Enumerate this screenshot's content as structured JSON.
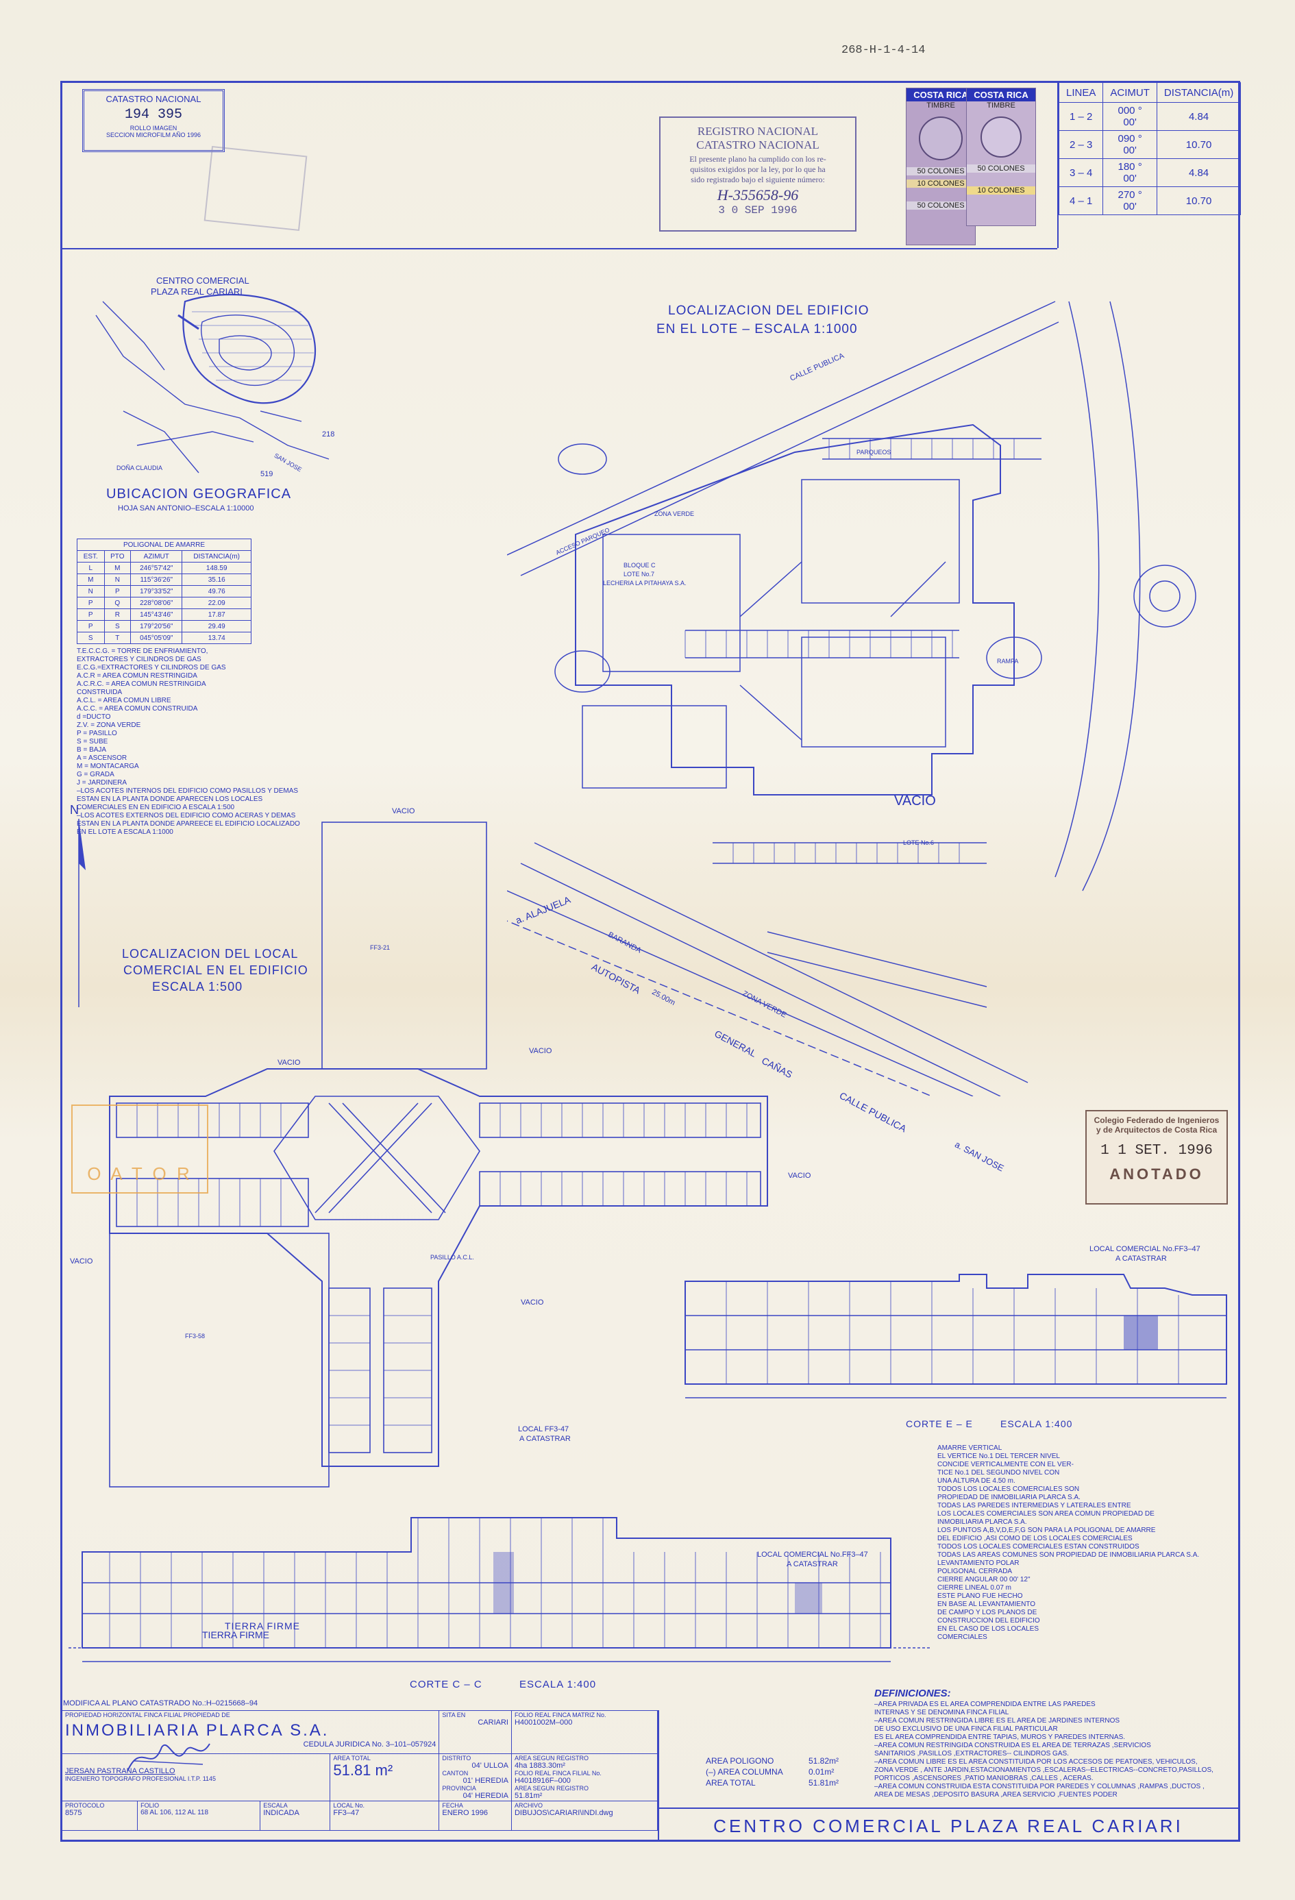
{
  "sheet_code": "268-H-1-4-14",
  "catastro": {
    "title": "CATASTRO NACIONAL",
    "number": "194 395",
    "line1": "ROLLO  IMAGEN",
    "line2": "SECCION MICROFILM AÑO 1996"
  },
  "registro": {
    "line1": "REGISTRO NACIONAL",
    "line2": "CATASTRO NACIONAL",
    "line3": "El presente plano ha cumplido con los re-",
    "line4": "quisitos exigidos por la ley, por lo que ha",
    "line5": "sido registrado bajo el siguiente número:",
    "number": "H-355658-96",
    "date": "3 0 SEP 1996"
  },
  "timbres": {
    "country": "COSTA RICA",
    "word": "TIMBRE",
    "value1": "50 COLONES",
    "value2": "10 COLONES"
  },
  "bearings": {
    "headers": [
      "LINEA",
      "ACIMUT",
      "DISTANCIA(m)"
    ],
    "rows": [
      [
        "1 – 2",
        "000 ° 00'",
        "4.84"
      ],
      [
        "2 – 3",
        "090 ° 00'",
        "10.70"
      ],
      [
        "3 – 4",
        "180 ° 00'",
        "4.84"
      ],
      [
        "4 – 1",
        "270 ° 00'",
        "10.70"
      ]
    ]
  },
  "location_map": {
    "title": "CENTRO COMERCIAL",
    "title2": "PLAZA REAL CARIARI",
    "caption": "UBICACION GEOGRAFICA",
    "subcaption": "HOJA SAN ANTONIO–ESCALA 1:10000",
    "labels": [
      "DOÑA CLAUDIA",
      "519",
      "218",
      "SAN JOSE"
    ]
  },
  "poligonal": {
    "title": "POLIGONAL DE AMARRE",
    "headers": [
      "EST.",
      "PTO",
      "AZIMUT",
      "DISTANCIA(m)"
    ],
    "rows": [
      [
        "L",
        "M",
        "246°57'42\"",
        "148.59"
      ],
      [
        "M",
        "N",
        "115°36'26\"",
        "35.16"
      ],
      [
        "N",
        "P",
        "179°33'52\"",
        "49.76"
      ],
      [
        "P",
        "Q",
        "228°08'06\"",
        "22.09"
      ],
      [
        "P",
        "R",
        "145°43'46\"",
        "17.87"
      ],
      [
        "P",
        "S",
        "179°20'56\"",
        "29.49"
      ],
      [
        "S",
        "T",
        "045°05'09\"",
        "13.74"
      ]
    ]
  },
  "legend_notes": [
    "T.E.C.C.G. = TORRE DE ENFRIAMIENTO,",
    "EXTRACTORES Y CILINDROS DE GAS",
    "E.C.G.=EXTRACTORES Y CILINDROS DE GAS",
    "A.C.R = AREA COMUN RESTRINGIDA",
    "A.C.R.C. = AREA COMUN RESTRINGIDA",
    "CONSTRUIDA",
    "A.C.L. = AREA COMUN LIBRE",
    "A.C.C. = AREA COMUN CONSTRUIDA",
    "d =DUCTO",
    "Z.V. = ZONA VERDE",
    "P = PASILLO",
    "S = SUBE",
    "B = BAJA",
    "A = ASCENSOR",
    "M = MONTACARGA",
    "G = GRADA",
    "J = JARDINERA",
    "–LOS ACOTES INTERNOS DEL EDIFICIO COMO PASILLOS Y DEMAS",
    "ESTAN EN LA PLANTA DONDE APARECEN LOS LOCALES",
    "COMERCIALES EN EN EDIFICIO A ESCALA 1:500",
    "–LOS ACOTES EXTERNOS DEL EDIFICIO COMO ACERAS Y DEMAS",
    "ESTAN EN LA PLANTA DONDE APAREECE EL EDIFICIO LOCALIZADO",
    "EN EL LOTE A ESCALA 1:1000"
  ],
  "plan1000": {
    "title1": "LOCALIZACION DEL EDIFICIO",
    "title2": "EN EL LOTE – ESCALA 1:1000",
    "labels": [
      "CALLE PUBLICA",
      "PARQUEOS",
      "ZONA VERDE",
      "BLOQUE C",
      "LOTE No.7",
      "LECHERIA LA PITAHAYA S.A.",
      "VACIO",
      "LOTE No.6",
      "RAMPA",
      "ACCESO PARQUEO",
      "AUTOPISTA",
      "GENERAL",
      "CAÑAS",
      "CALLE PUBLICA",
      "a. ALAJUELA",
      "a. SAN JOSE",
      "ZONA VERDE",
      "BARANDA",
      "25.00m"
    ]
  },
  "plan500": {
    "title1": "LOCALIZACION DEL LOCAL",
    "title2": "COMERCIAL EN EL EDIFICIO",
    "title3": "ESCALA   1:500",
    "labels": [
      "VACIO",
      "FF3-21",
      "FF3-58",
      "TIERRA FIRME",
      "PASILLO A.C.L.",
      "LOCAL FF3-47",
      "A CATASTRAR",
      "VACIO",
      "VACIO",
      "VACIO",
      "VACIO",
      "VACIO"
    ]
  },
  "colegio": {
    "line1": "Colegio Federado de Ingenieros",
    "line2": "y de Arquitectos de Costa Rica",
    "date": "1 1 SET. 1996",
    "word": "ANOTADO"
  },
  "orange_stamp": {
    "word": "O A T O R"
  },
  "corte_ee": {
    "caption": "CORTE  E – E",
    "scale": "ESCALA 1:400",
    "note1": "LOCAL COMERCIAL No.FF3–47",
    "note2": "A CATASTRAR"
  },
  "corte_cc": {
    "caption": "CORTE  C – C",
    "scale": "ESCALA 1:400",
    "note1": "LOCAL COMERCIAL No.FF3–47",
    "note2": "A CATASTRAR",
    "ground": "TIERRA FIRME"
  },
  "notes_right": [
    "AMARRE VERTICAL",
    "EL VERTICE No.1  DEL TERCER NIVEL",
    "CONCIDE VERTICALMENTE CON EL VER-",
    "TICE No.1  DEL SEGUNDO NIVEL CON",
    "UNA ALTURA DE 4.50 m.",
    "TODOS LOS LOCALES COMERCIALES SON",
    "PROPIEDAD DE INMOBILIARIA PLARCA S.A.",
    "TODAS LAS PAREDES INTERMEDIAS Y LATERALES ENTRE",
    "LOS LOCALES COMERCIALES SON AREA COMUN PROPIEDAD DE",
    "INMOBILIARIA PLARCA S.A.",
    "LOS PUNTOS A,B,V,D,E,F,G SON PARA LA POLIGONAL DE AMARRE",
    "DEL EDIFICIO ,ASI COMO DE LOS LOCALES COMERCIALES",
    "TODOS LOS LOCALES COMERCIALES ESTAN CONSTRUIDOS",
    "TODAS LAS AREAS COMUNES SON PROPIEDAD DE INMOBILIARIA PLARCA S.A.",
    "LEVANTAMIENTO POLAR",
    "POLIGONAL  CERRADA",
    "CIERRE ANGULAR  00 00' 12\"",
    "CIERRE  LINEAL  0.07 m",
    "ESTE PLANO FUE HECHO",
    "EN BASE AL LEVANTAMIENTO",
    "DE CAMPO Y LOS PLANOS DE",
    "CONSTRUCCION DEL EDIFICIO",
    "EN EL CASO DE LOS LOCALES",
    "COMERCIALES"
  ],
  "definiciones": {
    "title": "DEFINICIONES:",
    "lines": [
      "–AREA PRIVADA ES EL AREA COMPRENDIDA ENTRE LAS PAREDES",
      "INTERNAS Y SE DENOMINA FINCA FILIAL",
      "–AREA COMUN RESTRINGIDA LIBRE ES EL AREA DE JARDINES INTERNOS",
      "DE USO EXCLUSIVO DE UNA FINCA FILIAL PARTICULAR",
      "ES EL AREA COMPRENDIDA ENTRE TAPIAS, MUROS Y PAREDES INTERNAS.",
      "–AREA COMUN RESTRINGIDA CONSTRUIDA ES EL AREA DE TERRAZAS ,SERVICIOS",
      "SANITARIOS ,PASILLOS ,EXTRACTORES-- CILINDROS GAS.",
      "–AREA COMUN LIBRE ES EL AREA CONSTITUIDA POR LOS ACCESOS DE PEATONES, VEHICULOS,",
      "ZONA VERDE , ANTE JARDIN,ESTACIONAMIENTOS ,ESCALERAS--ELECTRICAS--CONCRETO,PASILLOS,",
      "PORTICOS ,ASCENSORES ,PATIO MANIOBRAS ,CALLES , ACERAS.",
      "–AREA COMUN CONSTRUIDA ESTA CONSTITUIDA POR PAREDES Y COLUMNAS ,RAMPAS ,DUCTOS ,",
      "AREA DE MESAS ,DEPOSITO BASURA ,AREA SERVICIO ,FUENTES PODER"
    ]
  },
  "areas": {
    "rows": [
      [
        "AREA POLIGONO",
        "51.82m²"
      ],
      [
        "(–) AREA COLUMNA",
        "0.01m²"
      ],
      [
        "AREA TOTAL",
        "51.81m²"
      ]
    ]
  },
  "title_block": {
    "modifica": "MODIFICA AL PLANO CATASTRADO No.:H–0215668–94",
    "propiedad_lbl": "PROPIEDAD HORIZONTAL FINCA FILIAL PROPIEDAD DE",
    "owner": "INMOBILIARIA PLARCA S.A.",
    "cedula": "CEDULA JURIDICA No.  3–101–057924",
    "area_total_lbl": "AREA TOTAL",
    "area_total": "51.81  m²",
    "engineer": "JERSAN PASTRANA CASTILLO",
    "engineer_title": "INGENIERO TOPOGRAFO PROFESIONAL I.T.P. 1145",
    "protocolo_lbl": "PROTOCOLO",
    "protocolo": "8575",
    "folio_lbl": "FOLIO",
    "folio": "68 AL 106, 112 AL 118",
    "escala_lbl": "ESCALA",
    "escala": "INDICADA",
    "local_lbl": "LOCAL No.",
    "local": "FF3–47",
    "sita_lbl": "SITA EN",
    "sita": "CARIARI",
    "distrito_lbl": "DISTRITO",
    "distrito": "04' ULLOA",
    "canton_lbl": "CANTON",
    "canton": "01' HEREDIA",
    "provincia_lbl": "PROVINCIA",
    "provincia": "04' HEREDIA",
    "fecha_lbl": "FECHA",
    "fecha": "ENERO 1996",
    "folio_matriz_lbl": "FOLIO REAL FINCA MATRIZ No.",
    "folio_matriz": "H4001002M–000",
    "area_registro_lbl": "AREA SEGUN REGISTRO",
    "area_registro": "4ha 1883.30m²",
    "folio_filial_lbl": "FOLIO REAL FINCA FILIAL No.",
    "folio_filial": "H4018916F–000",
    "area_registro2_lbl": "AREA SEGUN REGISTRO",
    "area_registro2": "51.81m²",
    "archivo_lbl": "ARCHIVO",
    "archivo": "DIBUJOS\\CARIARI\\INDI.dwg"
  },
  "project_title": "CENTRO  COMERCIAL  PLAZA  REAL  CARIARI"
}
